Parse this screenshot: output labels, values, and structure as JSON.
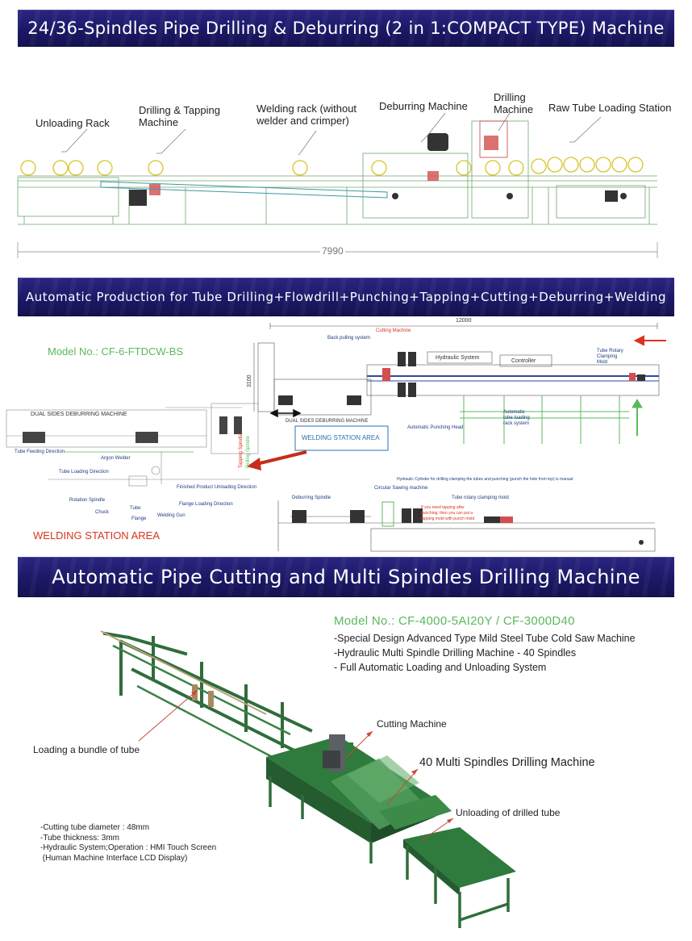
{
  "banners": {
    "b1": "24/36-Spindles Pipe Drilling & Deburring (2 in 1:COMPACT TYPE) Machine",
    "b2": "Automatic Production for Tube Drilling+Flowdrill+Punching+Tapping+Cutting+Deburring+Welding",
    "b3": "Automatic Pipe Cutting and Multi Spindles Drilling Machine"
  },
  "section1": {
    "labels": {
      "unloading_rack": "Unloading Rack",
      "drilling_tapping": "Drilling & Tapping Machine",
      "welding_rack": "Welding rack (without welder and crimper)",
      "deburring": "Deburring Machine",
      "drilling": "Drilling Machine",
      "raw_tube": "Raw Tube Loading Station"
    },
    "dimension": "7990"
  },
  "section2": {
    "model": "Model No.: CF-6-FTDCW-BS",
    "welding_area": "WELDING STATION AREA",
    "welding_box": "WELDING STATION AREA",
    "dual_sides": "DUAL SIDES DEBURRING MACHINE",
    "dual_sides_2": "DUAL SIDES DEBURRING MACHINE",
    "dim_12000": "12000",
    "dim_3100": "3100",
    "hydraulic": "Hydraulic System",
    "controller": "Controller",
    "back_pulling": "Back pulling system",
    "cutting_machine": "Cutting Machine",
    "tube_rotary": "Tube Rotary Clamping Mold",
    "auto_loading": "Automatic tube loading rack system",
    "auto_punching": "Automatic Punching Head",
    "tube_feeding": "Tube Feeding Direction",
    "argon": "Argon Welder",
    "tube_loading_dir": "Tube Loading Direction",
    "rotation_spindle": "Rotation Spindle",
    "chuck": "Chuck",
    "tube": "Tube",
    "flange": "Flange",
    "welding_gun": "Welding Gun",
    "flange_loading": "Flange Loading Direction",
    "finished_unloading": "Finished Product Unloading Direction",
    "tapping_spindle": "Tapping Spindle",
    "drilling_spindle": "Drilling Spindle",
    "deburring_spindle": "Deburring Spindle",
    "circular_sawing": "Circular Sawing machine",
    "tube_rotary_mold": "Tube rotary clamping mold",
    "hydraulic_cyl": "Hydraulic Cylinder for drilling clamping the tubes and punching (punch the hole from top) is manual",
    "tapping_note": "If you need tapping after punching, then you can put a tapping mold with punch mold"
  },
  "section3": {
    "model": "Model No.: CF-4000-5AI20Y / CF-3000D40",
    "specs": [
      "-Special Design Advanced Type Mild Steel Tube Cold Saw Machine",
      "-Hydraulic Multi Spindle Drilling Machine - 40 Spindles",
      "- Full Automatic Loading and Unloading System"
    ],
    "cutting_machine": "Cutting Machine",
    "loading_bundle": "Loading a bundle of tube",
    "multi_spindle": "40 Multi Spindles Drilling Machine",
    "unloading_drilled": "Unloading of drilled tube",
    "params": [
      "-Cutting tube diameter : 48mm",
      "-Tube thickness: 3mm",
      "-Hydraulic System;Operation : HMI Touch Screen",
      " (Human Machine Interface LCD Display)"
    ]
  },
  "colors": {
    "banner": "#1c1866",
    "model_green": "#5cb85c",
    "welding_red": "#d9341f",
    "machine_green": "#2f6d3a"
  }
}
